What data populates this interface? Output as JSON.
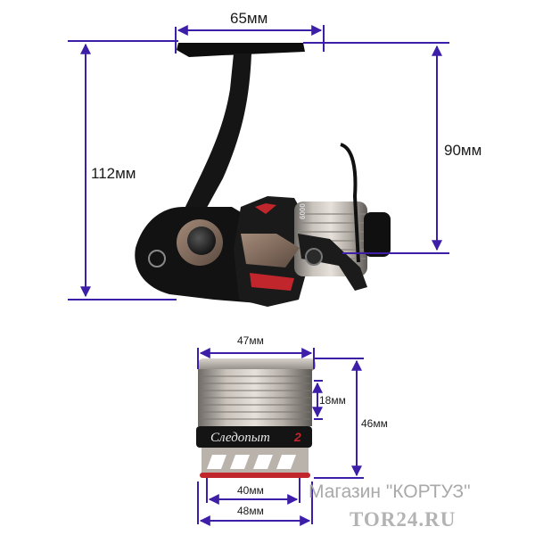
{
  "dimensions": {
    "reel_width": "65мм",
    "reel_body_height": "90мм",
    "reel_total_height": "112мм",
    "spool_top_width": "47мм",
    "spool_line_depth": "18мм",
    "spool_height": "46мм",
    "spool_bottom_width": "40мм",
    "spool_skirt_width": "48мм"
  },
  "reel": {
    "side_marking": "6000"
  },
  "spool": {
    "brand_text": "Следопыт",
    "brand_number": "2"
  },
  "store": {
    "name": "Магазин \"КОРТУЗ\"",
    "website": "TOR24.RU"
  },
  "colors": {
    "dimension_line": "#3d1ea8",
    "reel_body": "#111111",
    "accent_red": "#c0262b",
    "spool_metal": "#a9a29a",
    "watermark": "#a9a9a9"
  }
}
